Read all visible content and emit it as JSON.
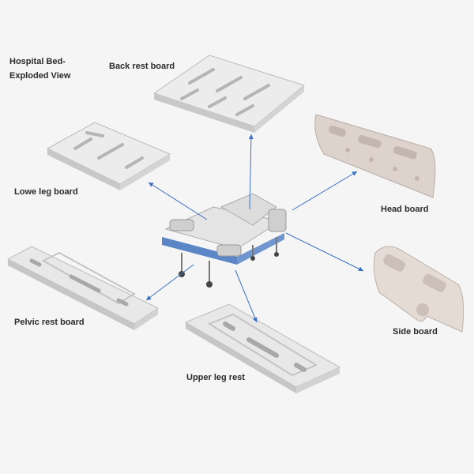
{
  "title": {
    "line1": "Hospital Bed-",
    "line2": "Exploded View"
  },
  "labels": {
    "back_rest": "Back rest board",
    "lower_leg": "Lowe leg board",
    "head": "Head board",
    "pelvic": "Pelvic rest board",
    "side": "Side board",
    "upper_leg": "Upper leg rest"
  },
  "colors": {
    "arrow": "#3a6fc4",
    "board": "#e6e6e6",
    "board_edge": "#b9b9b9",
    "panel": "#d9cfc8",
    "bed_blue": "#5b86c6"
  }
}
